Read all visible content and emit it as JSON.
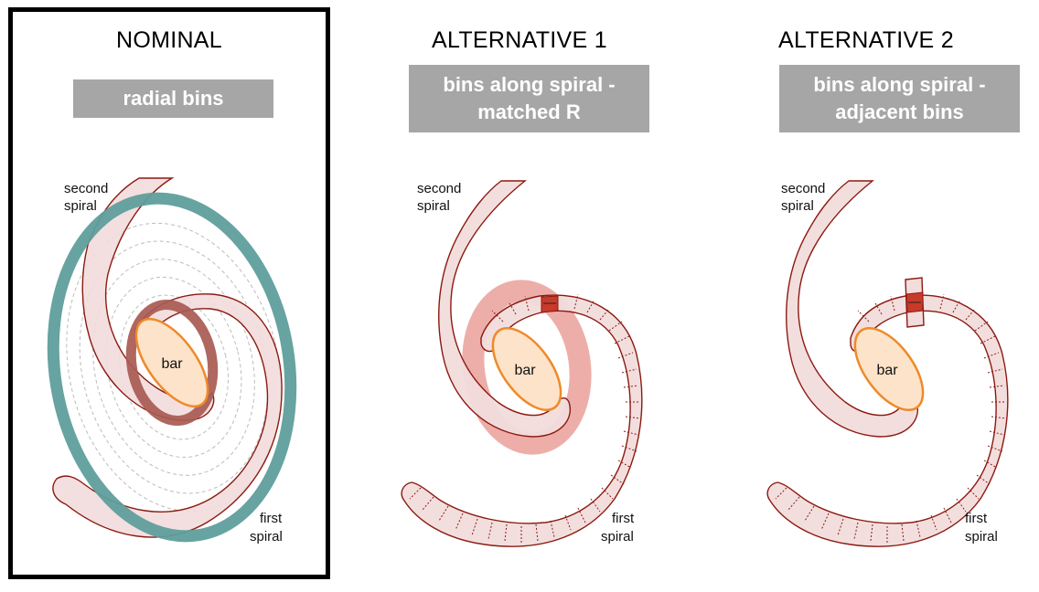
{
  "panels": {
    "nominal": {
      "title": "NOMINAL",
      "box_text": "radial bins"
    },
    "alt1": {
      "title": "ALTERNATIVE 1",
      "box_line1": "bins along spiral -",
      "box_line2": "matched R"
    },
    "alt2": {
      "title": "ALTERNATIVE 2",
      "box_line1": "bins along spiral -",
      "box_line2": "adjacent bins"
    }
  },
  "labels": {
    "second_line1": "second",
    "second_line2": "spiral",
    "first_line1": "first",
    "first_line2": "spiral",
    "bar": "bar"
  },
  "colors": {
    "spiral_fill": "#f2dcdc",
    "spiral_stroke": "#8b1a10",
    "bar_fill": "#fde3c9",
    "bar_stroke": "#ee8a2a",
    "teal": "#5f9e9c",
    "dark_ring": "#a85a52",
    "salmon_ring": "#e89a93",
    "highlight": "#c83a2a",
    "box_bg": "#a6a6a6"
  }
}
